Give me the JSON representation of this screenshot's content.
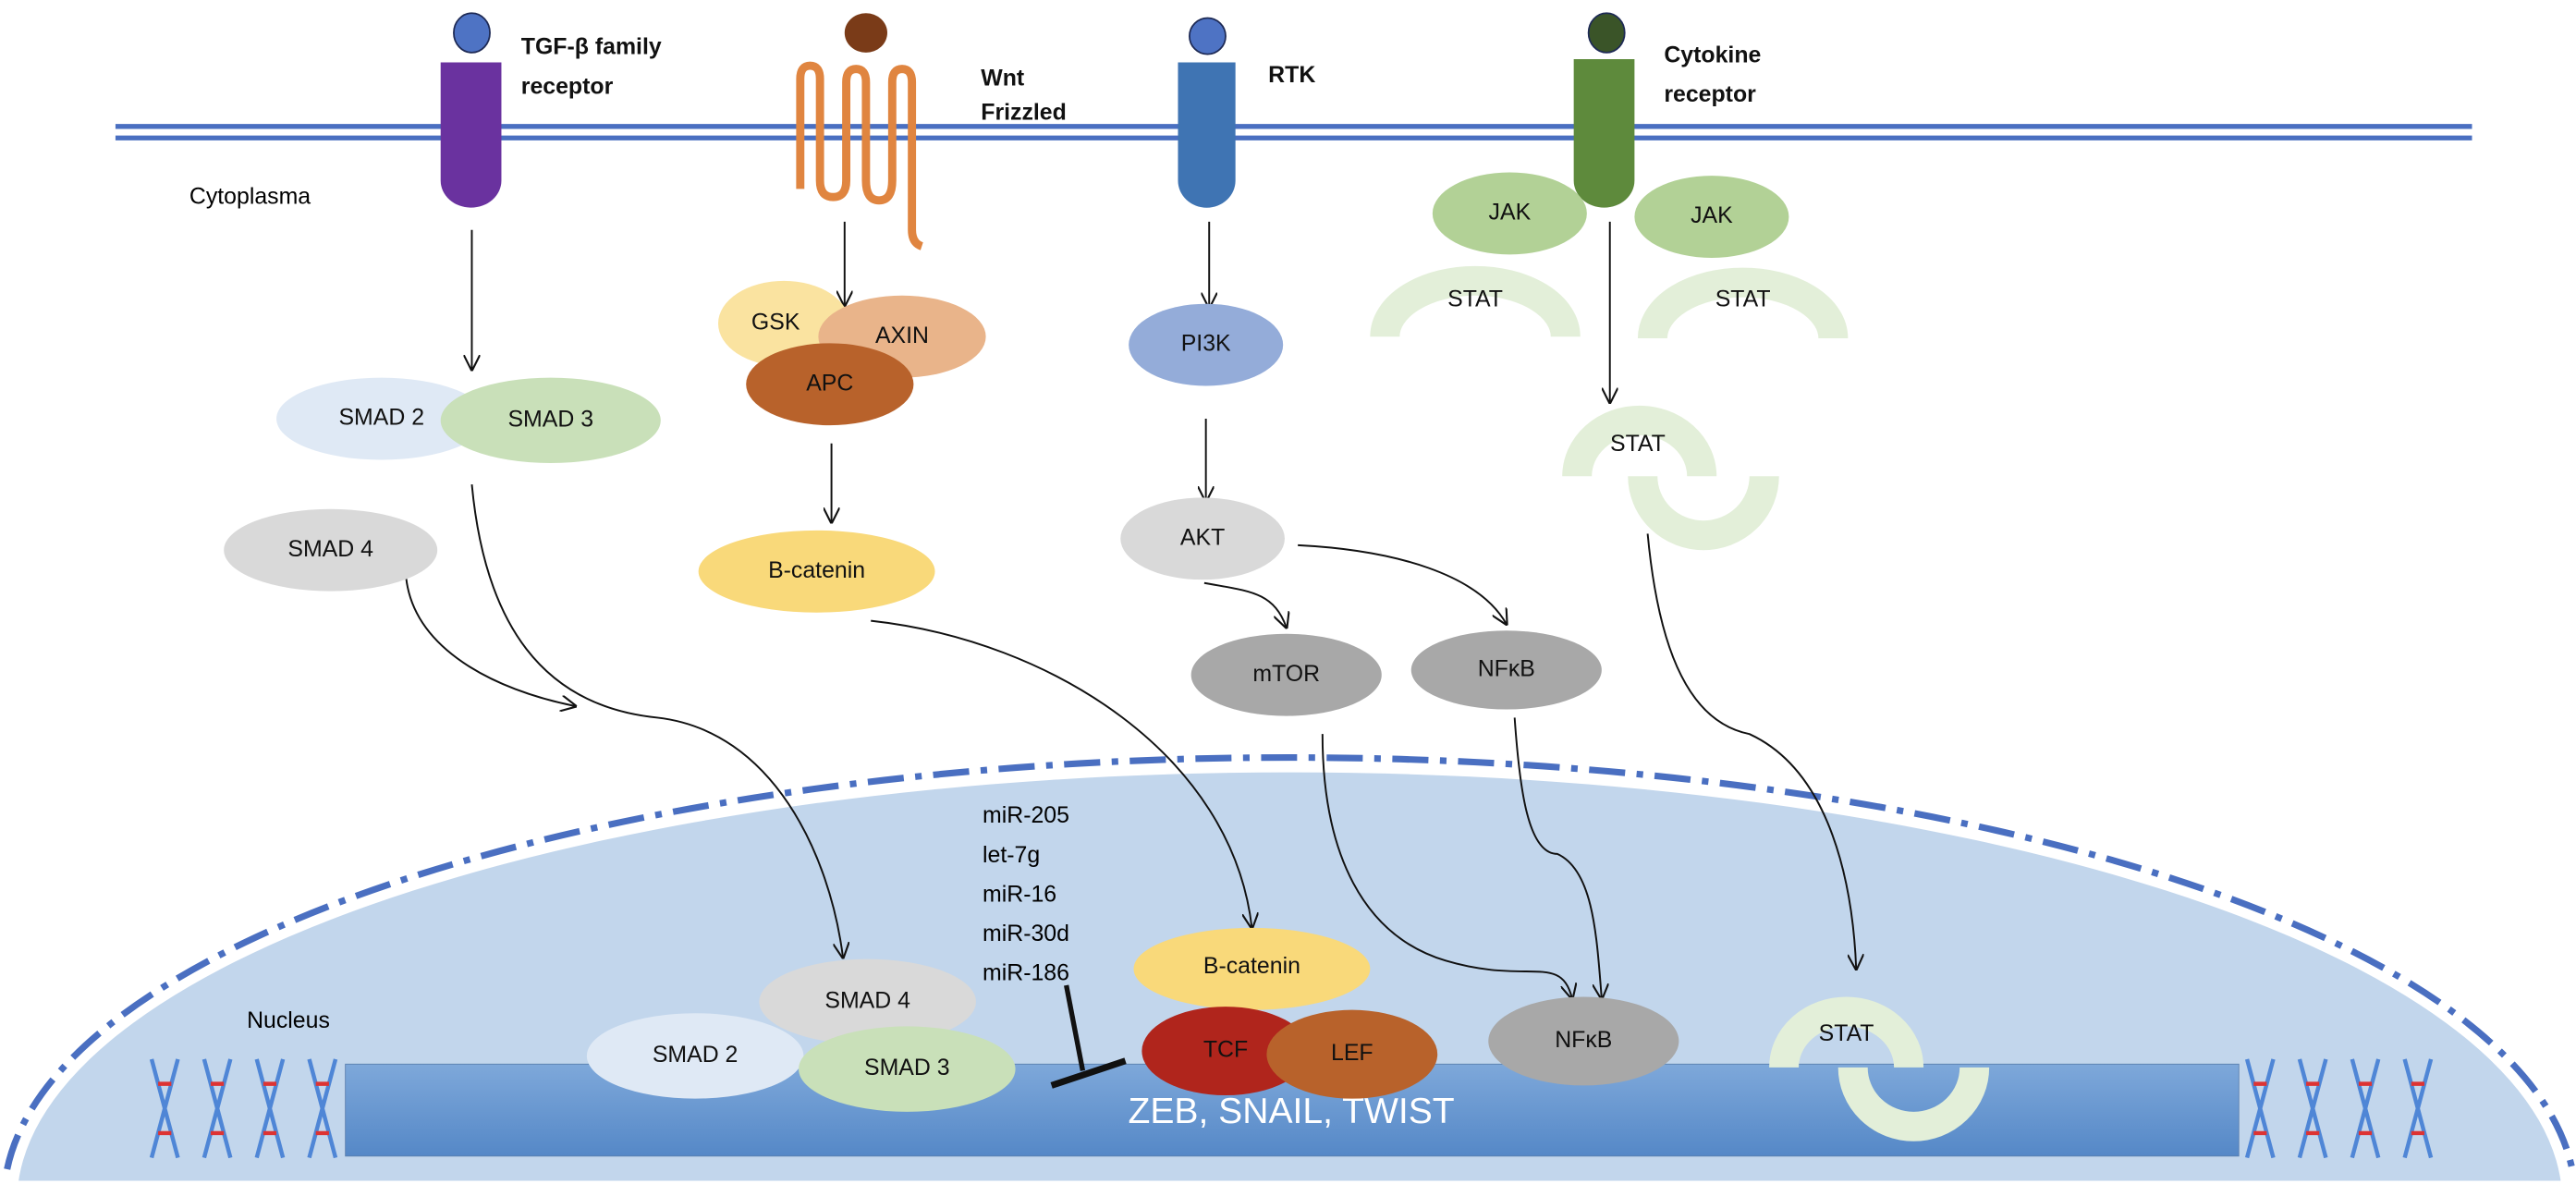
{
  "receptors": {
    "tgf": {
      "line1": "TGF-β  family",
      "line2": "receptor",
      "color": "#6a329f",
      "ligand_color": "#4e73c4"
    },
    "wnt": {
      "line1": "Wnt",
      "line2": "Frizzled",
      "color": "#e08540",
      "ligand_color": "#7a3b18"
    },
    "rtk": {
      "line1": "RTK",
      "color": "#3f74b3",
      "ligand_color": "#4e73c4"
    },
    "cytokine": {
      "line1": "Cytokine",
      "line2": "receptor",
      "color": "#5e8a3c",
      "ligand_color": "#3a5428"
    }
  },
  "compartments": {
    "cytoplasm": "Cytoplasma",
    "nucleus": "Nucleus"
  },
  "cytoplasm_nodes": {
    "smad2": "SMAD 2",
    "smad3": "SMAD 3",
    "smad4": "SMAD 4",
    "gsk": "GSK",
    "axin": "AXIN",
    "apc": "APC",
    "bcatenin": "B-catenin",
    "pi3k": "PI3K",
    "akt": "AKT",
    "mtor": "mTOR",
    "nfkb": "NFκB",
    "jak1": "JAK",
    "jak2": "JAK",
    "stat1": "STAT",
    "stat2": "STAT",
    "stat_dimer": "STAT"
  },
  "nucleus_nodes": {
    "smad4": "SMAD 4",
    "smad2": "SMAD 2",
    "smad3": "SMAD 3",
    "bcatenin": "B-catenin",
    "tcf": "TCF",
    "lef": "LEF",
    "nfkb": "NFκB",
    "stat": "STAT"
  },
  "mirnas": [
    "miR-205",
    "let-7g",
    "miR-16",
    "miR-30d",
    "miR-186"
  ],
  "target_genes": "ZEB, SNAIL, TWIST",
  "colors": {
    "membrane": "#4a6fc1",
    "nucleus_fill": "#c2d6ec",
    "gene_bar": "#6b9bd4"
  }
}
